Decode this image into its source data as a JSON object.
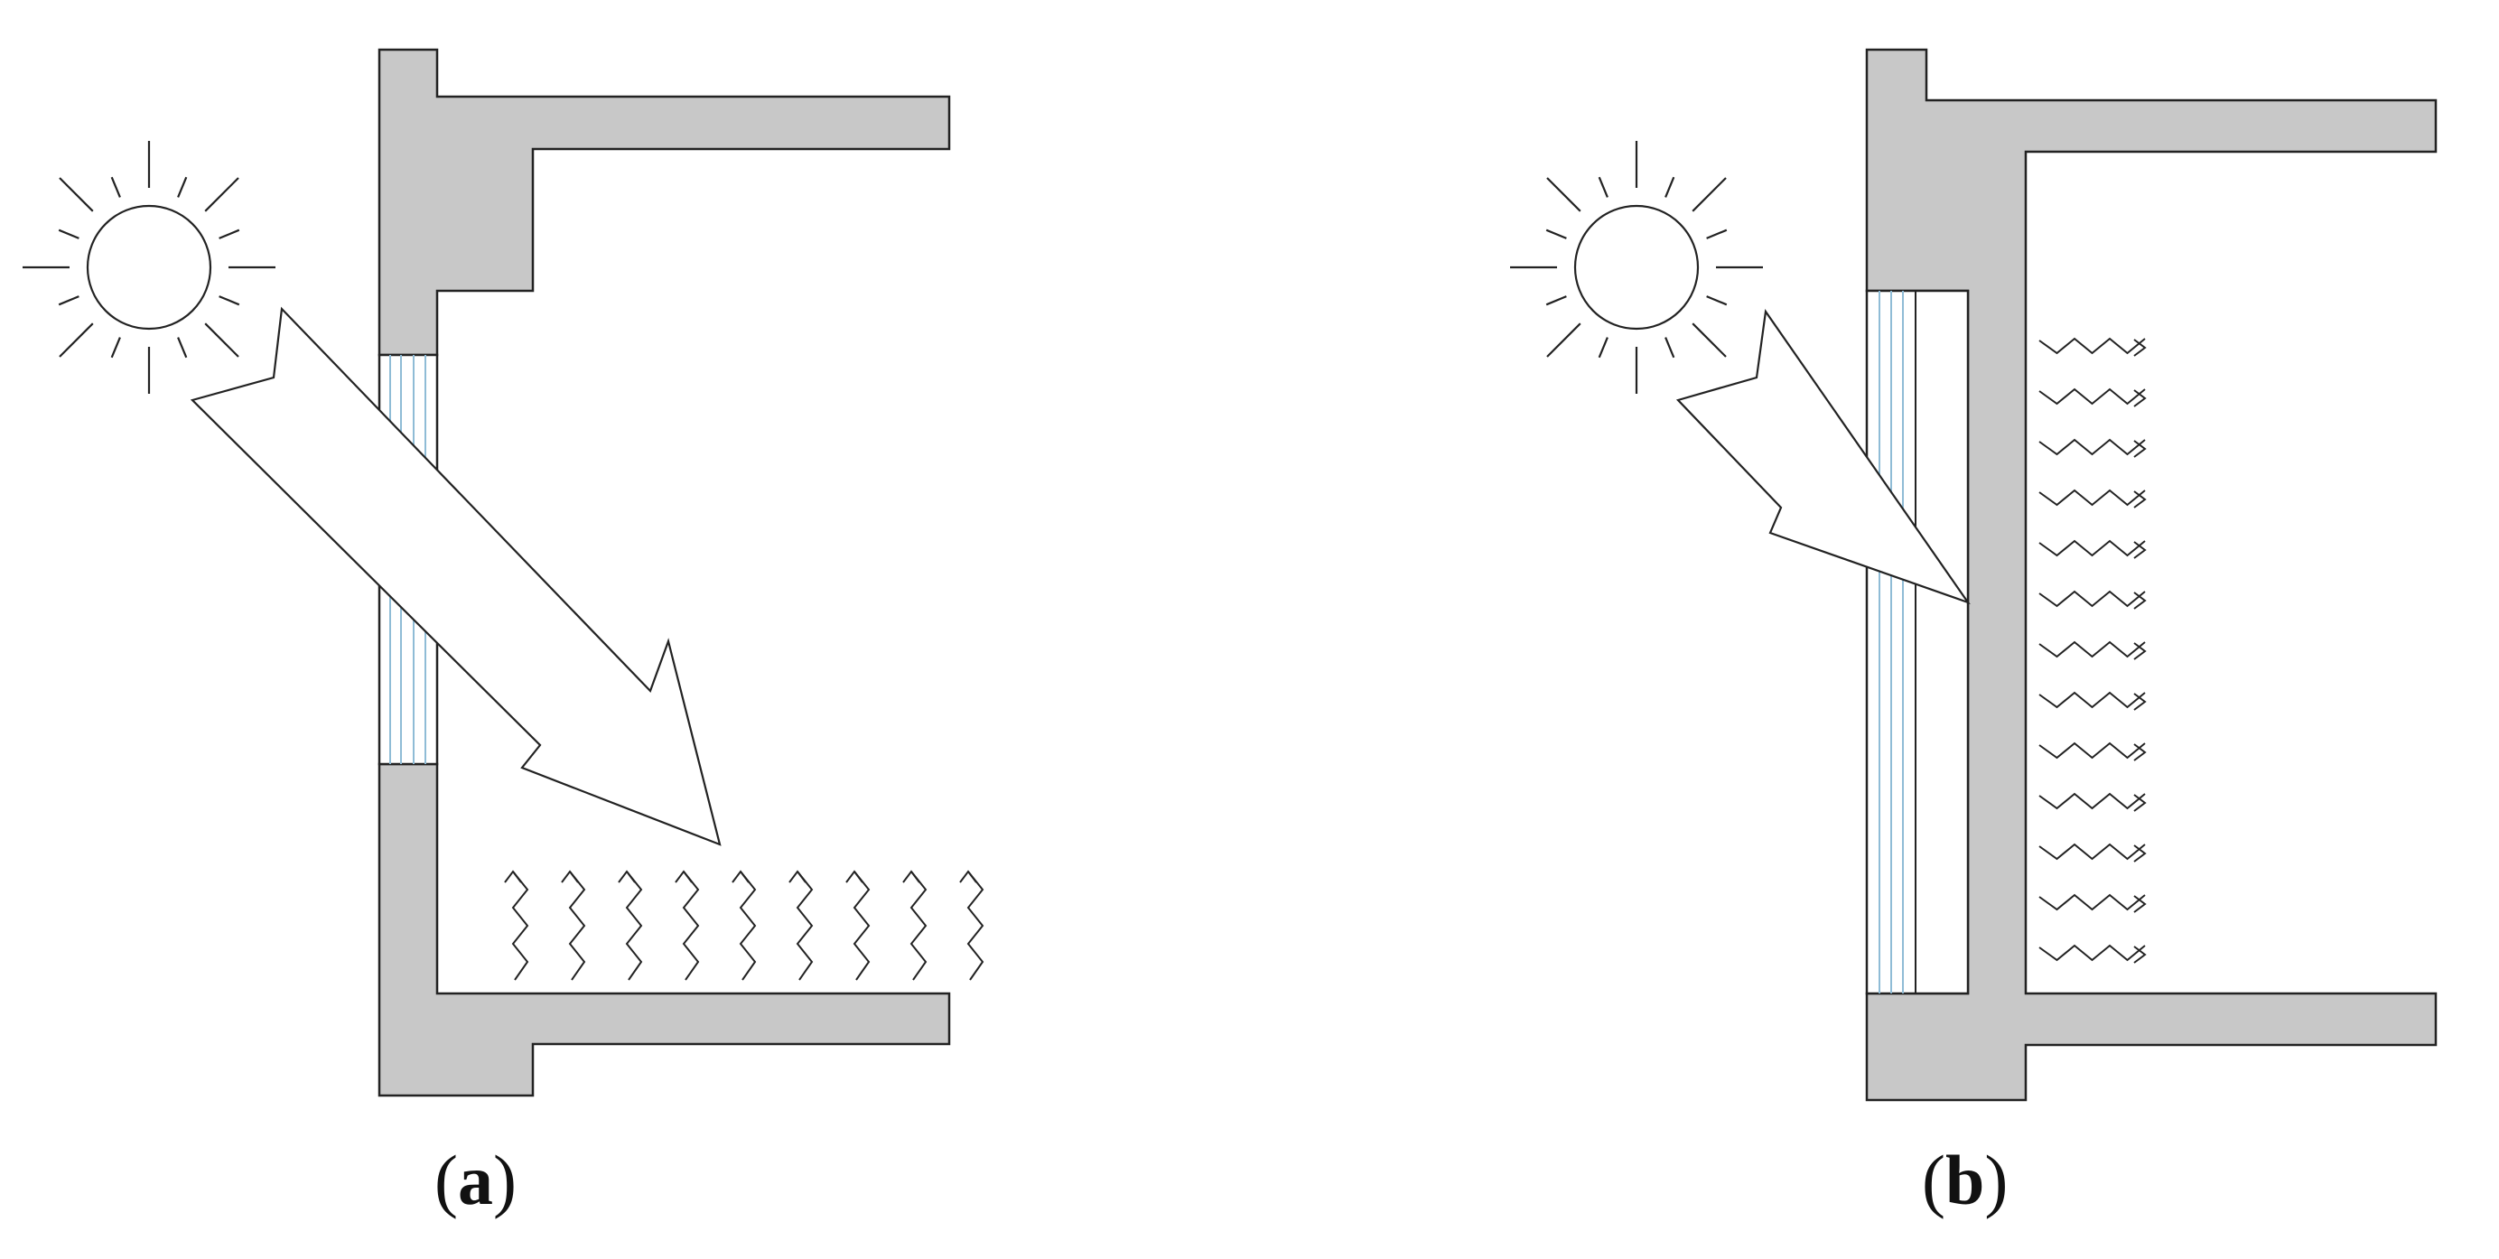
{
  "panels": [
    {
      "id": "a",
      "open": "(",
      "letter": "a",
      "close": ")"
    },
    {
      "id": "b",
      "open": "(",
      "letter": "b",
      "close": ")"
    }
  ],
  "colors": {
    "wall_fill": "#c8c8c8",
    "stroke": "#222222",
    "glass_line": "#8fbcd6",
    "background": "#ffffff"
  },
  "icons": {
    "sun": "sun-icon",
    "radiation": "solar-radiation-arrow",
    "heat": "heat-wave-arrow"
  }
}
